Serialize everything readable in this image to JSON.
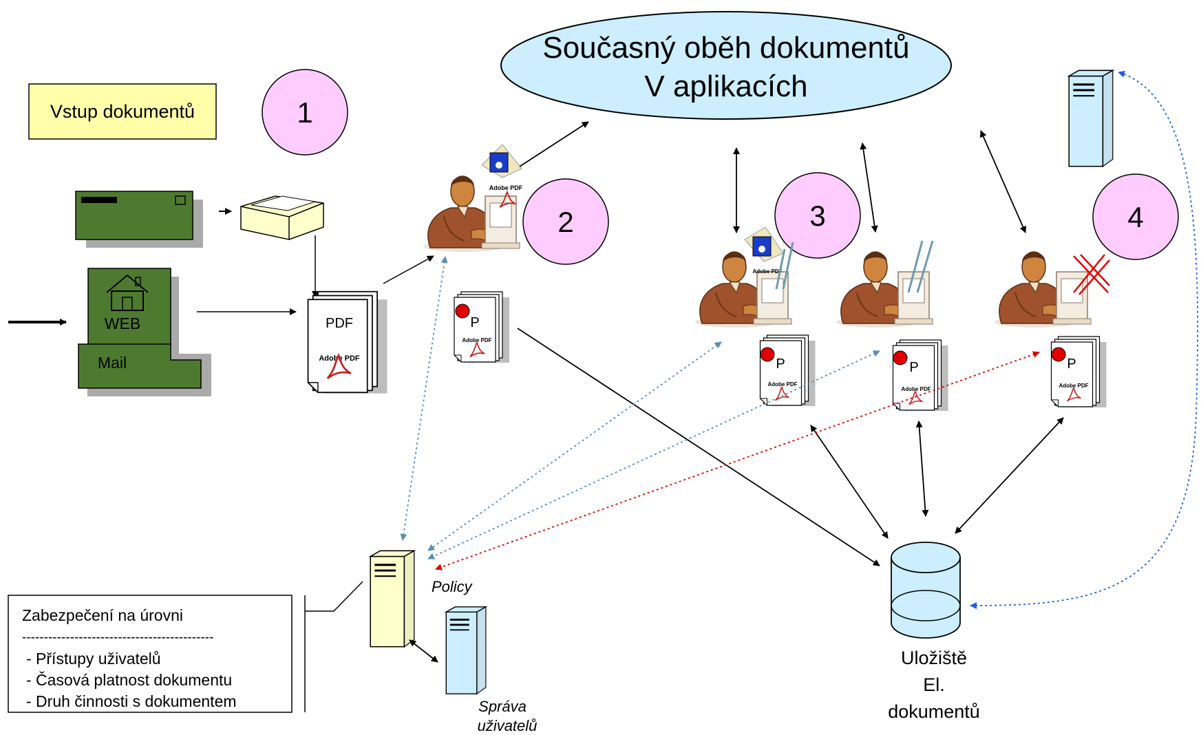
{
  "ellipse": {
    "line1": "Současný oběh dokumentů",
    "line2": "V aplikacích"
  },
  "input_box": {
    "label": "Vstup dokumentů"
  },
  "steps": [
    "1",
    "2",
    "3",
    "4"
  ],
  "channels": {
    "web": "WEB",
    "mail": "Mail"
  },
  "pdf_stack": {
    "label": "PDF",
    "brand": "Adobe PDF"
  },
  "protected_doc": {
    "letter": "P",
    "brand": "Adobe PDF"
  },
  "policy_label": "Policy",
  "user_admin": {
    "line1": "Správa",
    "line2": "uživatelů"
  },
  "storage": {
    "line1": "Uložiště",
    "line2": "El.",
    "line3": "dokumentů"
  },
  "security_box": {
    "title": "Zabezpečení na úrovni",
    "separator": "--------------------------------------------",
    "items": [
      "- Přístupy uživatelů",
      "- Časová platnost dokumentu",
      "- Druh činnosti s dokumentem"
    ]
  },
  "colors": {
    "ellipse_fill": "#CCEEFF",
    "note_fill": "#FFFFAA",
    "circle_fill": "#FFCCFF",
    "device_fill": "#4E7A30",
    "server_blue": "#CCEEFF",
    "server_yellow": "#FFFFCC",
    "dotted_blue": "#5A8FB0",
    "dotted_red": "#E00000",
    "dotted_bright_blue": "#1E5FE0"
  }
}
